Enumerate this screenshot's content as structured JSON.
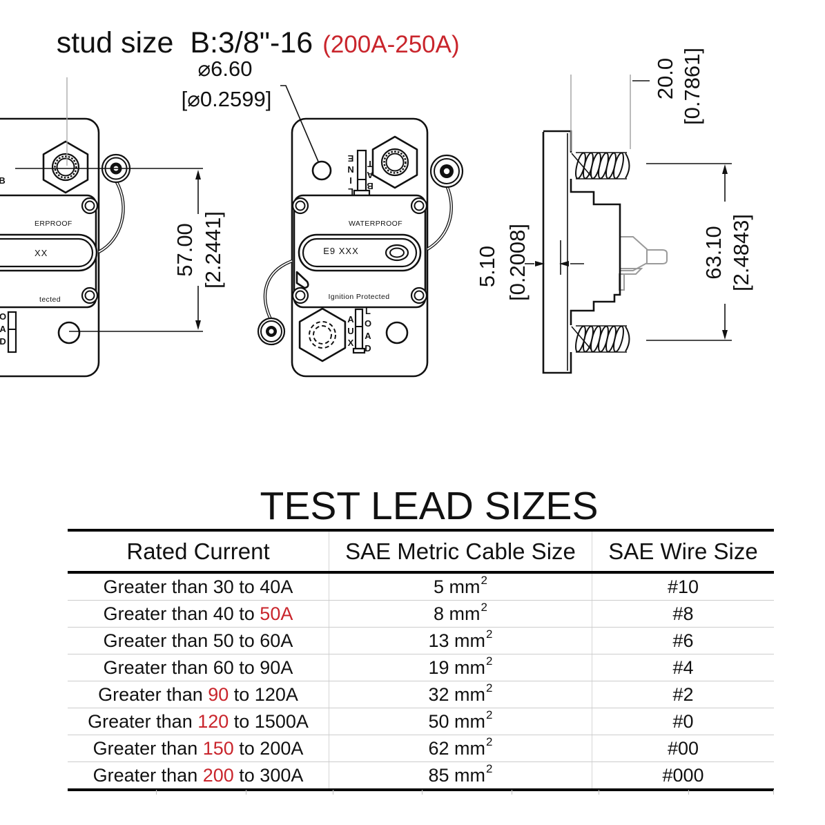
{
  "title": {
    "black": "stud size  B:3/8\"-16",
    "red": "(200A-250A)"
  },
  "dimensions": {
    "hole_diameter_mm": "⌀6.60",
    "hole_diameter_in": "[⌀0.2599]",
    "mount_height_mm": "57.00",
    "mount_height_in": "[2.2441]",
    "stud_length_mm": "20.0",
    "stud_length_in": "[0.7861]",
    "panel_thickness_mm": "5.10",
    "panel_thickness_in": "[0.2008]",
    "overall_depth_mm": "63.10",
    "overall_depth_in": "[2.4843]"
  },
  "front_view": {
    "waterproof": "WATERPROOF",
    "model_label": "E9 XXX",
    "ignition": "Ignition Protected",
    "line": "LINE",
    "bat": "BAT",
    "aux": "AUX",
    "load": "LOAD"
  },
  "left_view": {
    "waterproof_fragment": "ERPROOF",
    "model_fragment": "XX",
    "ignition_fragment": "tected",
    "top_fragment": "B",
    "load_fragment": "OAD"
  },
  "table": {
    "title": "TEST LEAD SIZES",
    "headers": [
      "Rated Current",
      "SAE Metric Cable Size",
      "SAE Wire Size"
    ],
    "superscript": "2",
    "rows": [
      {
        "pre": "Greater than 30 to 40A",
        "red": "",
        "post": "",
        "cable": "5 mm",
        "wire": "#10"
      },
      {
        "pre": "Greater than 40 to ",
        "red": "50A",
        "post": "",
        "cable": "8 mm",
        "wire": "#8"
      },
      {
        "pre": "Greater than 50 to 60A",
        "red": "",
        "post": "",
        "cable": "13 mm",
        "wire": "#6"
      },
      {
        "pre": "Greater than 60 to 90A",
        "red": "",
        "post": "",
        "cable": "19 mm",
        "wire": "#4"
      },
      {
        "pre": "Greater than ",
        "red": "90",
        "post": " to 120A",
        "cable": "32 mm",
        "wire": "#2"
      },
      {
        "pre": "Greater than ",
        "red": "120",
        "post": " to 1500A",
        "cable": "50 mm",
        "wire": "#0"
      },
      {
        "pre": "Greater than ",
        "red": "150",
        "post": " to 200A",
        "cable": "62 mm",
        "wire": "#00"
      },
      {
        "pre": "Greater than ",
        "red": "200",
        "post": " to 300A",
        "cable": "85 mm",
        "wire": "#000"
      }
    ]
  },
  "colors": {
    "accent_red": "#c9252c",
    "line": "#111111",
    "grid_gray": "#cccccc"
  }
}
